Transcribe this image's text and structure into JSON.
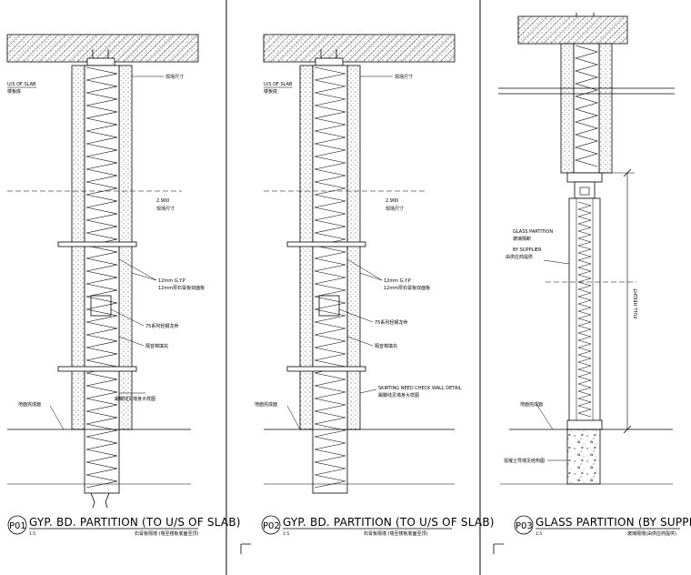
{
  "panels": [
    {
      "id": "P01",
      "scale": "1:5",
      "title": "GYP. BD. PARTITION (TO U/S OF SLAB)",
      "subtitle": "石膏板隔墙 (墙至楼板底面至顶)",
      "labels": {
        "slab": "U/S OF SLAB",
        "slab_cn": "楼板底",
        "site_dim_top": "现场尺寸",
        "level": "2.900",
        "site_dim_mid": "现场尺寸",
        "gyp": "12mm G.Y.P",
        "gyp_cn": "12mm厚石膏板双面板",
        "stud": "75系列轻钢龙骨",
        "insul": "隔音棉填充",
        "skirting": "踢脚线见墙身大样图",
        "skirting_en": "",
        "floor": "地面完成面"
      }
    },
    {
      "id": "P02",
      "scale": "1:5",
      "title": "GYP. BD. PARTITION (TO U/S OF SLAB)",
      "subtitle": "石膏板隔墙 (墙至楼板底面至顶)",
      "labels": {
        "slab": "U/S OF SLAB",
        "slab_cn": "楼板底",
        "site_dim_top": "现场尺寸",
        "level": "2.900",
        "site_dim_mid": "现场尺寸",
        "gyp": "12mm G.Y.P",
        "gyp_cn": "12mm厚石膏板双面板",
        "stud": "75系列轻钢龙骨",
        "insul": "隔音棉填充",
        "skirting": "SKIRTING NEED CHECK WALL DETAIL",
        "skirting_en": "踢脚线见墙身大样图",
        "floor": "地面完成面"
      }
    },
    {
      "id": "P03",
      "scale": "1:5",
      "title": "GLASS PARTITION (BY SUPPLIER)",
      "subtitle": "玻璃隔墙(由供应商提供)",
      "labels": {
        "glass": "GLASS PARTITION",
        "glass_cn": "玻璃隔断",
        "supplier": "BY SUPPLIER",
        "supplier_cn": "由供应商提供",
        "full_height": "FULL HEIGHT",
        "floor": "地面完成面",
        "base": "混凝土导墙见结构图"
      }
    }
  ]
}
